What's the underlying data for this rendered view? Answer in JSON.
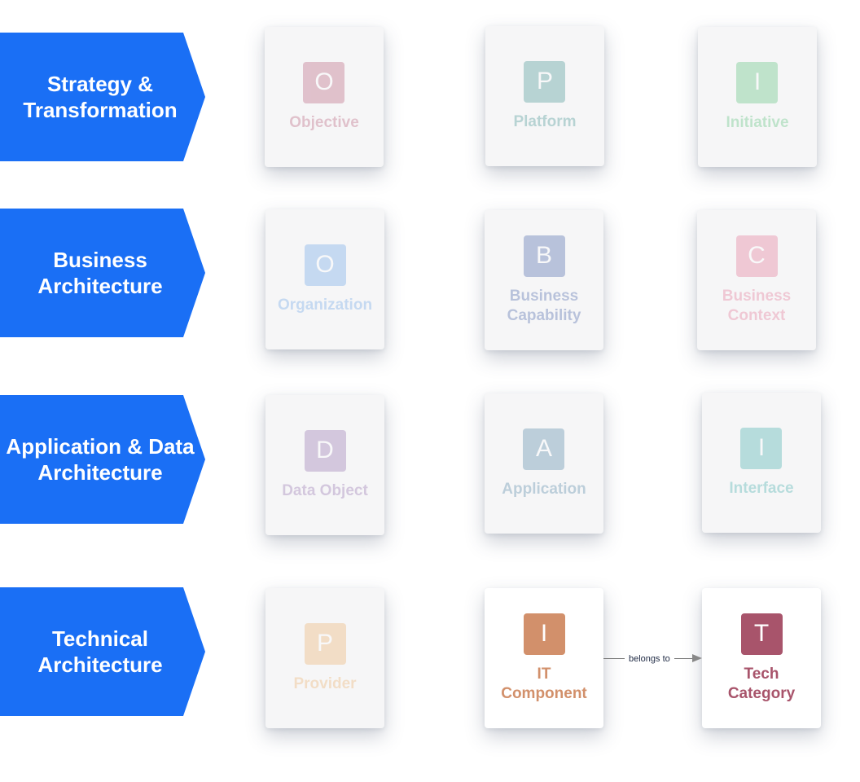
{
  "layers": [
    {
      "label": "Strategy & Transformation"
    },
    {
      "label": "Business Architecture"
    },
    {
      "label": "Application & Data Architecture"
    },
    {
      "label": "Technical Architecture"
    }
  ],
  "cards": [
    {
      "letter": "O",
      "label": "Objective",
      "color": "#a83a5e",
      "faded": true
    },
    {
      "letter": "P",
      "label": "Platform",
      "color": "#177a7a",
      "faded": true
    },
    {
      "letter": "I",
      "label": "Initiative",
      "color": "#35b55e",
      "faded": true
    },
    {
      "letter": "O",
      "label": "Organization",
      "color": "#4a90e2",
      "faded": true
    },
    {
      "letter": "B",
      "label": "Business Capability",
      "color": "#1d3f94",
      "faded": true
    },
    {
      "letter": "C",
      "label": "Business Context",
      "color": "#e0557d",
      "faded": true
    },
    {
      "letter": "D",
      "label": "Data Object",
      "color": "#7b4f9e",
      "faded": true
    },
    {
      "letter": "A",
      "label": "Application",
      "color": "#2a6a93",
      "faded": true
    },
    {
      "letter": "I",
      "label": "Interface",
      "color": "#159a9a",
      "faded": true
    },
    {
      "letter": "P",
      "label": "Provider",
      "color": "#e8a04a",
      "faded": true
    },
    {
      "letter": "I",
      "label": "IT Component",
      "color": "#d2906b",
      "faded": false
    },
    {
      "letter": "T",
      "label": "Tech Category",
      "color": "#a8546b",
      "faded": false
    }
  ],
  "relation": {
    "label": "belongs to",
    "from": "IT Component",
    "to": "Tech Category"
  }
}
